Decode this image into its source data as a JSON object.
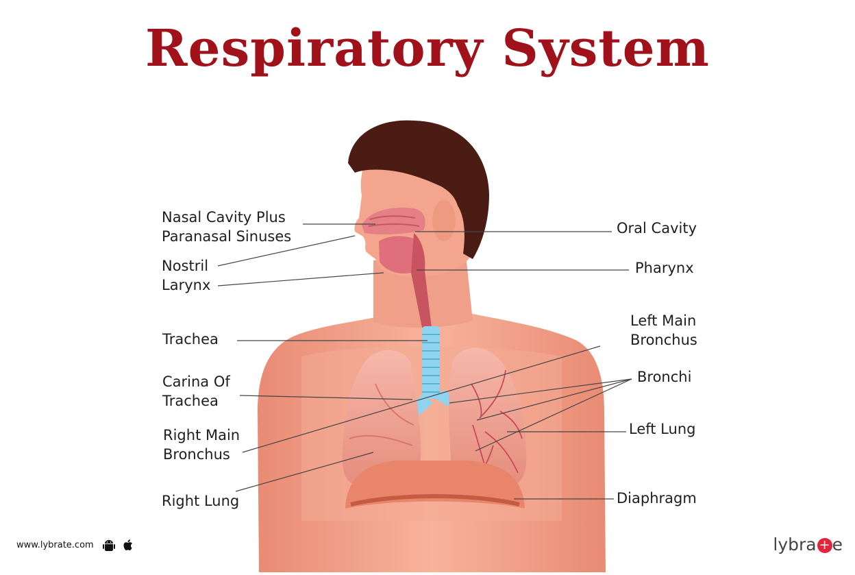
{
  "title": "Respiratory System",
  "labels": {
    "nasal_cavity": [
      "Nasal Cavity Plus",
      "Paranasal Sinuses"
    ],
    "nostril": "Nostril",
    "larynx": "Larynx",
    "trachea": "Trachea",
    "carina": [
      "Carina Of",
      "Trachea"
    ],
    "right_main_bronchus": [
      "Right Main",
      "Bronchus"
    ],
    "right_lung": "Right Lung",
    "oral_cavity": "Oral Cavity",
    "pharynx": "Pharynx",
    "left_main_bronchus": [
      "Left Main",
      "Bronchus"
    ],
    "bronchi": "Bronchi",
    "left_lung": "Left Lung",
    "diaphragm": "Diaphragm"
  },
  "footer": {
    "website": "www.lybrate.com",
    "brand_prefix": "lybra",
    "brand_suffix": "e",
    "os_icons": [
      "android-icon",
      "apple-icon"
    ]
  },
  "colors": {
    "title": "#a0111a",
    "skin": "#f2a48a",
    "hair": "#4a1c14",
    "lung": "#ee9e90",
    "trachea": "#8fd3ee",
    "brand_accent": "#e2253a"
  }
}
